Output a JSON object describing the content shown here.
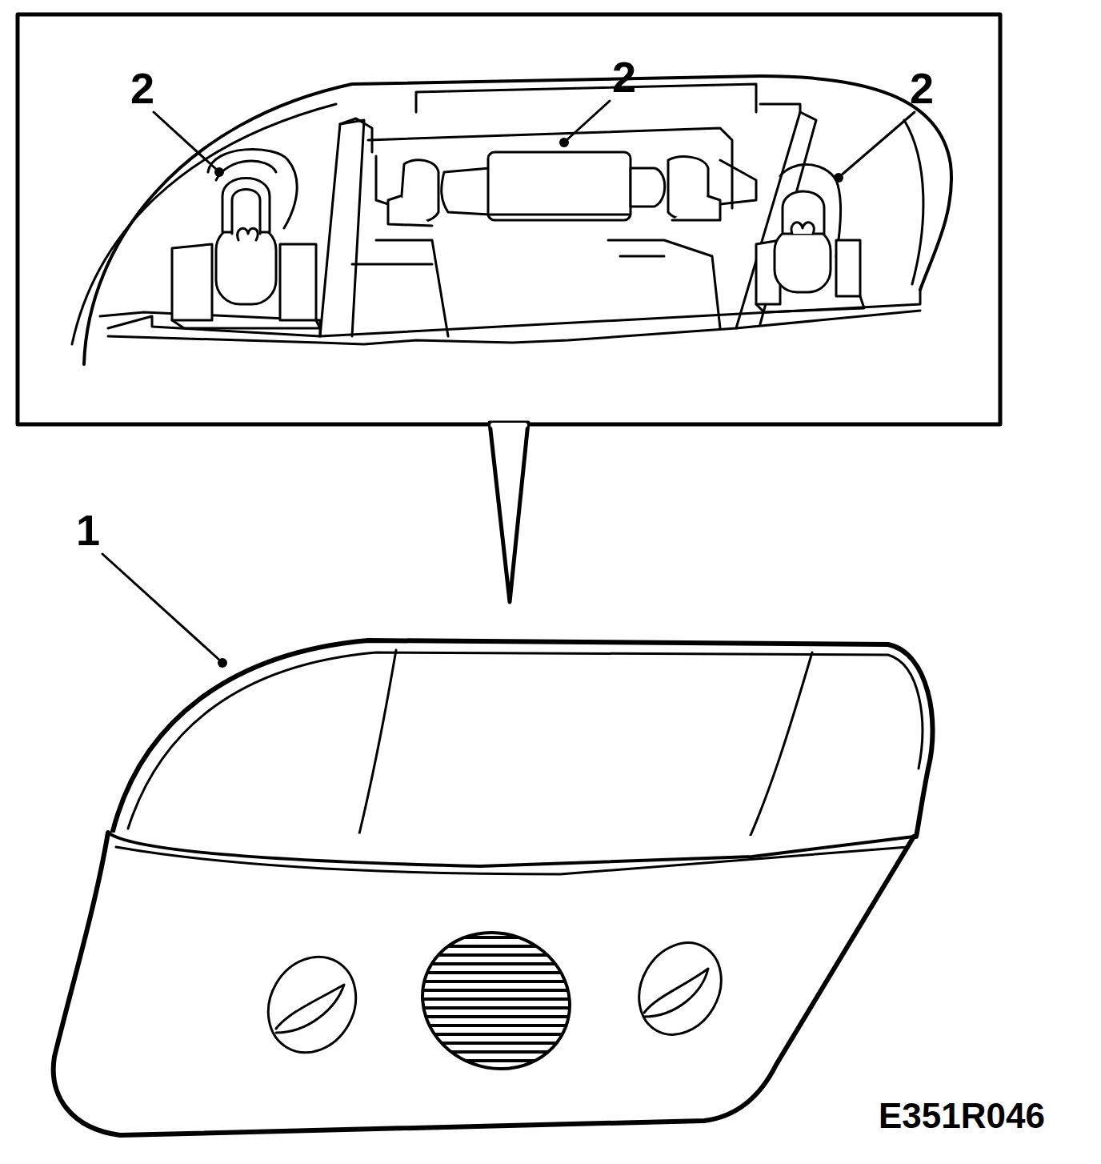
{
  "diagram": {
    "labels": [
      "2",
      "2",
      "2",
      "1",
      "E351R046"
    ]
  }
}
